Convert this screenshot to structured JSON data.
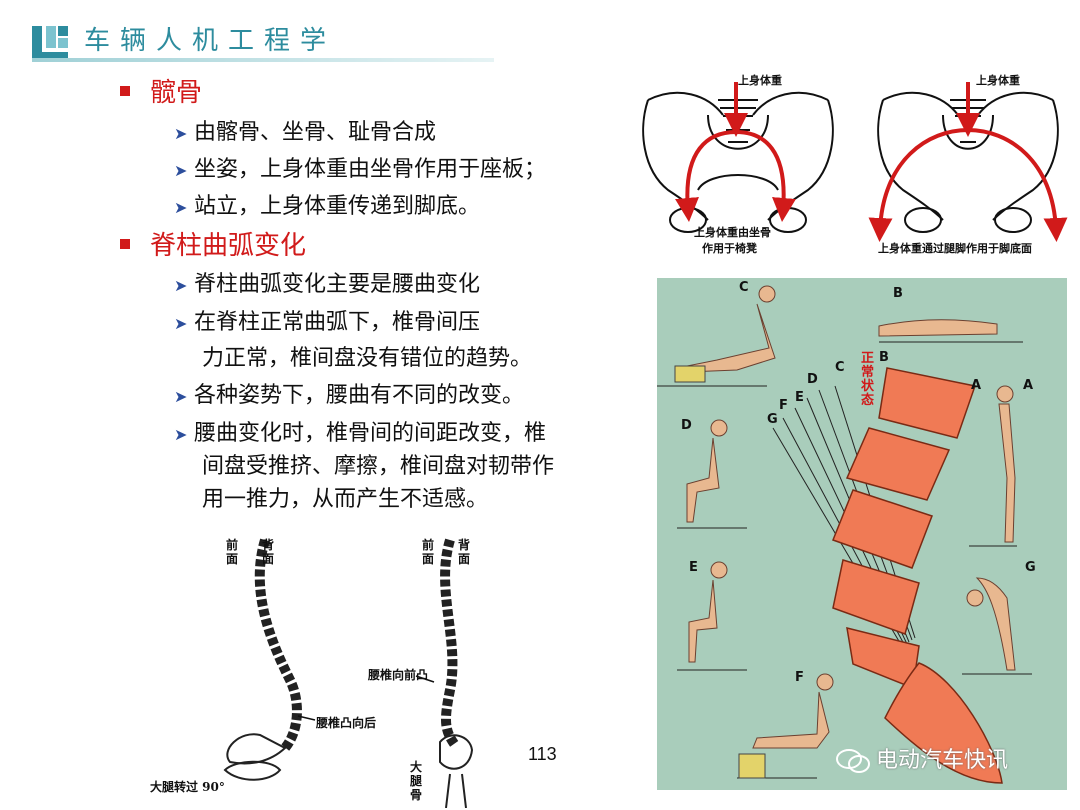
{
  "header": {
    "title": "车辆人机工程学"
  },
  "sections": [
    {
      "heading": "髋骨",
      "items": [
        {
          "lines": [
            "由髂骨、坐骨、耻骨合成"
          ]
        },
        {
          "lines": [
            "坐姿，上身体重由坐骨作用于座板；"
          ]
        },
        {
          "lines": [
            "站立，上身体重传递到脚底。"
          ]
        }
      ]
    },
    {
      "heading": "脊柱曲弧变化",
      "items": [
        {
          "lines": [
            "脊柱曲弧变化主要是腰曲变化"
          ]
        },
        {
          "lines": [
            "在脊柱正常曲弧下，椎骨间压",
            "力正常，椎间盘没有错位的趋势。"
          ]
        },
        {
          "lines": [
            "各种姿势下，腰曲有不同的改变。"
          ]
        },
        {
          "lines": [
            "腰曲变化时，椎骨间的间距改变，椎",
            "间盘受推挤、摩擦，椎间盘对韧带作",
            "用一推力，从而产生不适感。"
          ]
        }
      ]
    }
  ],
  "pelvis_figures": {
    "left_top": "上身体重",
    "left_bottom_1": "上身体重由坐骨",
    "left_bottom_2": "作用于椅凳",
    "right_top": "上身体重",
    "right_bottom": "上身体重通过腿脚作用于脚底面"
  },
  "spine_figures": {
    "left_front": "前面",
    "left_back": "背面",
    "left_callout": "腰椎凸向后",
    "left_bottom": "大腿转过 90°",
    "right_front": "前面",
    "right_back": "背面",
    "right_callout": "腰椎向前凸",
    "right_bottom": "大腿骨"
  },
  "posture_figure": {
    "letters": [
      "A",
      "A",
      "B",
      "B",
      "C",
      "C",
      "D",
      "D",
      "E",
      "E",
      "F",
      "F",
      "G",
      "G"
    ],
    "normal_label": "正常状态"
  },
  "footer": {
    "page_number": "113",
    "watermark": "电动汽车快讯"
  },
  "colors": {
    "accent_teal": "#2d8c9e",
    "heading_red": "#d11a1a",
    "arrow_blue": "#2c4e9c",
    "panel_green": "#a9cdbb",
    "vertebra_orange": "#f07a55"
  }
}
